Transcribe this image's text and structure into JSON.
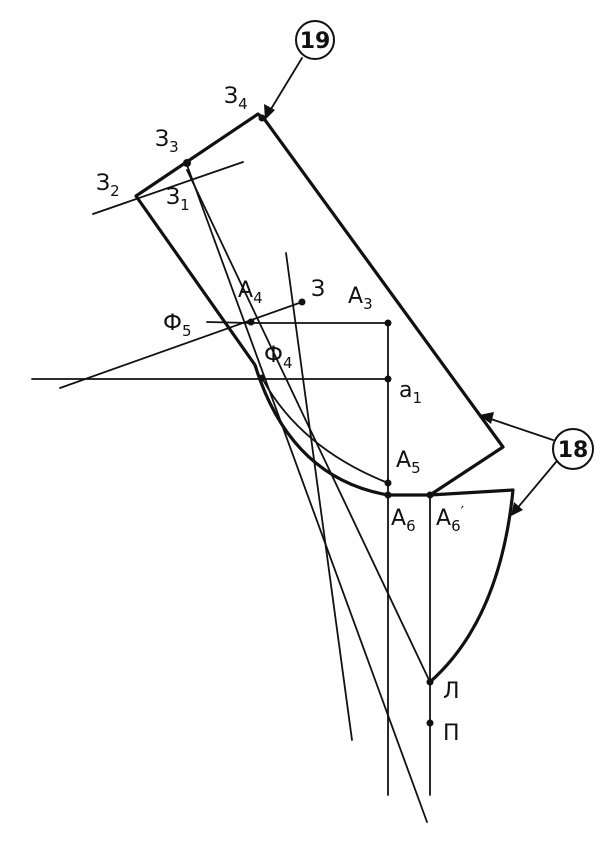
{
  "points": {
    "Z": {
      "base": "З",
      "sub": ""
    },
    "Z1": {
      "base": "З",
      "sub": "1"
    },
    "Z2": {
      "base": "З",
      "sub": "2"
    },
    "Z3": {
      "base": "З",
      "sub": "3"
    },
    "Z4": {
      "base": "З",
      "sub": "4"
    },
    "A3": {
      "base": "А",
      "sub": "3"
    },
    "A4": {
      "base": "А",
      "sub": "4"
    },
    "A5": {
      "base": "А",
      "sub": "5"
    },
    "A6": {
      "base": "А",
      "sub": "6"
    },
    "A6p": {
      "base": "А",
      "sub": "6",
      "prime": "′"
    },
    "F4": {
      "base": "Ф",
      "sub": "4"
    },
    "F5": {
      "base": "Ф",
      "sub": "5"
    },
    "a1": {
      "base": "а",
      "sub": "1"
    },
    "L": {
      "base": "Л",
      "sub": ""
    },
    "P": {
      "base": "П",
      "sub": ""
    }
  },
  "callouts": {
    "c18": "18",
    "c19": "19"
  }
}
